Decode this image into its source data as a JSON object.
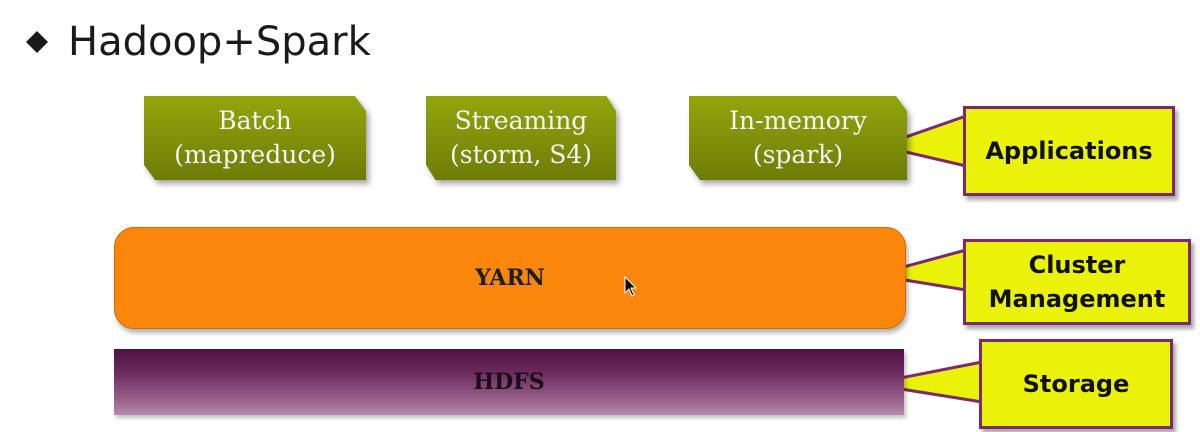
{
  "title": {
    "text": "Hadoop+Spark"
  },
  "applications": [
    {
      "line1": "Batch",
      "line2": "(mapreduce)"
    },
    {
      "line1": "Streaming",
      "line2": "(storm, S4)"
    },
    {
      "line1": "In-memory",
      "line2": "(spark)"
    }
  ],
  "layers": {
    "yarn": "YARN",
    "hdfs": "HDFS"
  },
  "callouts": {
    "applications": "Applications",
    "cluster_line1": "Cluster",
    "cluster_line2": "Management",
    "storage": "Storage"
  },
  "colors": {
    "app_green": "#7e8e09",
    "yarn_orange": "#f9870b",
    "hdfs_purple": "#5e1f52",
    "callout_yellow": "#ebf20a",
    "callout_border": "#7d2a6b"
  }
}
